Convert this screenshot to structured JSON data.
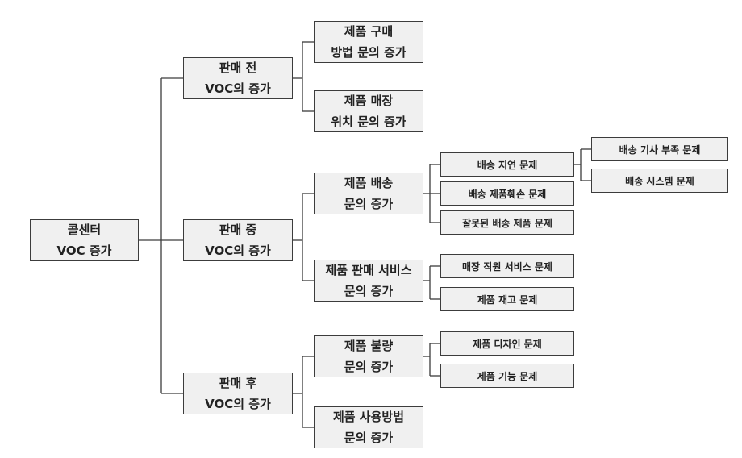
{
  "root": {
    "line1": "콜센터",
    "line2": "VOC 증가"
  },
  "branches": [
    {
      "line1": "판매 전",
      "line2": "VOC의 증가",
      "children": [
        {
          "line1": "제품 구매",
          "line2": "방법 문의 증가",
          "children": []
        },
        {
          "line1": "제품 매장",
          "line2": "위치 문의 증가",
          "children": []
        }
      ]
    },
    {
      "line1": "판매 중",
      "line2": "VOC의 증가",
      "children": [
        {
          "line1": "제품 배송",
          "line2": "문의 증가",
          "children": [
            {
              "label": "배송 지연 문제",
              "children": [
                {
                  "label": "배송 기사 부족 문제"
                },
                {
                  "label": "배송 시스템 문제"
                }
              ]
            },
            {
              "label": "배송 제품훼손 문제",
              "children": []
            },
            {
              "label": "잘못된 배송 제품 문제",
              "children": []
            }
          ]
        },
        {
          "line1": "제품 판매 서비스",
          "line2": "문의 증가",
          "children": [
            {
              "label": "매장 직원 서비스 문제",
              "children": []
            },
            {
              "label": "제품 재고 문제",
              "children": []
            }
          ]
        }
      ]
    },
    {
      "line1": "판매 후",
      "line2": "VOC의 증가",
      "children": [
        {
          "line1": "제품 불량",
          "line2": "문의 증가",
          "children": [
            {
              "label": "제품 디자인 문제",
              "children": []
            },
            {
              "label": "제품 기능 문제",
              "children": []
            }
          ]
        },
        {
          "line1": "제품 사용방법",
          "line2": "문의 증가",
          "children": []
        }
      ]
    }
  ]
}
